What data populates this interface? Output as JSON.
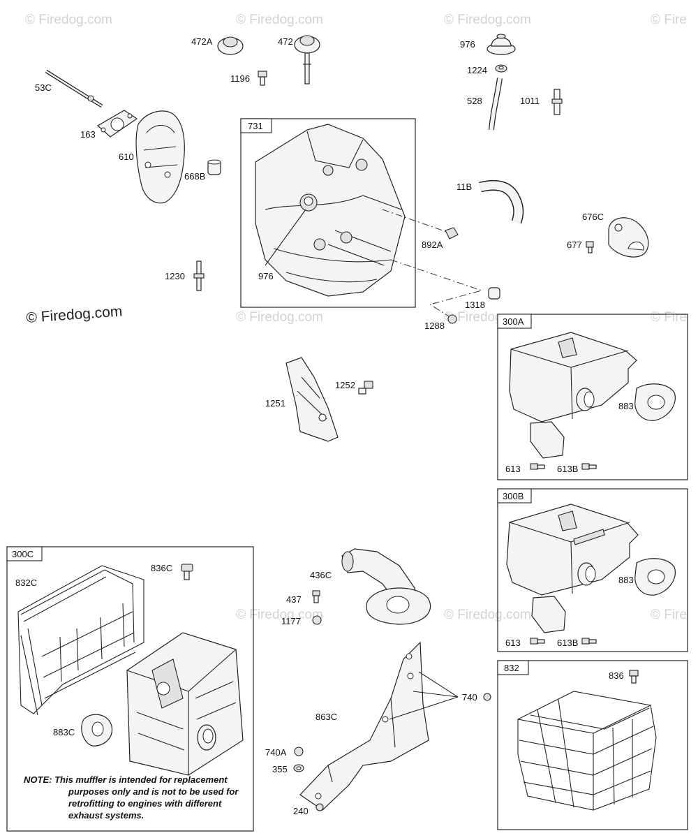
{
  "watermarks": {
    "small": "© Firedog.com",
    "small_right": "© Fire",
    "main": "© Firedog.com"
  },
  "groups": {
    "g731": "731",
    "g300a": "300A",
    "g300b": "300B",
    "g300c": "300C",
    "g832": "832"
  },
  "labels": {
    "p472a": "472A",
    "p472": "472",
    "p1196": "1196",
    "p976_top": "976",
    "p1224": "1224",
    "p528": "528",
    "p1011": "1011",
    "p53c": "53C",
    "p163": "163",
    "p610": "610",
    "p668b": "668B",
    "p11b": "11B",
    "p676c": "676C",
    "p677": "677",
    "p892a": "892A",
    "p1230": "1230",
    "p976_in": "976",
    "p1318": "1318",
    "p1288": "1288",
    "p1252": "1252",
    "p1251": "1251",
    "a883": "883",
    "a613": "613",
    "a613b": "613B",
    "b883": "883",
    "b613": "613",
    "b613b": "613B",
    "p836c": "836C",
    "p832c": "832C",
    "p883c": "883C",
    "p436c": "436C",
    "p437": "437",
    "p1177": "1177",
    "p863c": "863C",
    "p740": "740",
    "p740a": "740A",
    "p355": "355",
    "p836": "836",
    "p_cut": "240"
  },
  "note": {
    "heading": "NOTE:",
    "first_line": "This muffler is intended for replacement",
    "rest": "purposes only and is not to be used for retrofitting to engines with different exhaust systems."
  }
}
